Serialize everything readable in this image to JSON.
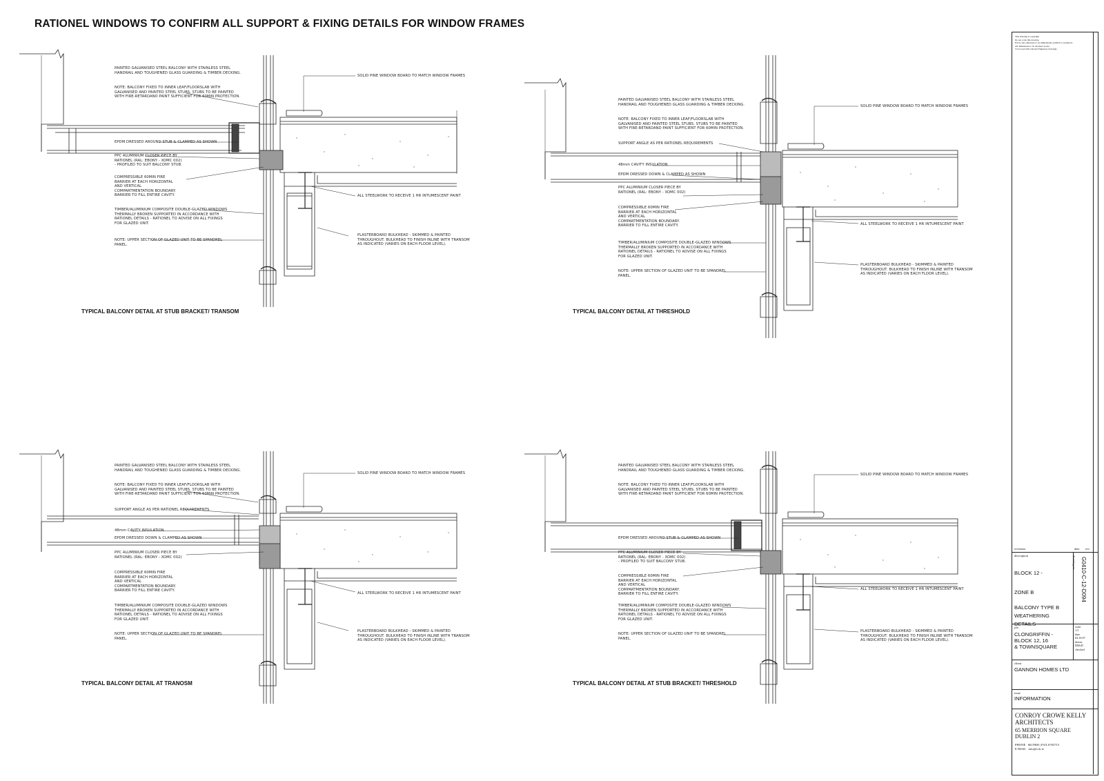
{
  "sheet": {
    "title": "RATIONEL WINDOWS TO CONFIRM ALL SUPPORT & FIXING DETAILS FOR WINDOW FRAMES"
  },
  "details": [
    {
      "caption": "TYPICAL BALCONY DETAIL AT STUB BRACKET/ TRANSOM",
      "notes_left": [
        "PAINTED GALVANISED STEEL BALCONY WITH STAINLESS STEEL\nHANDRAIL AND TOUGHENED GLASS GUARDING & TIMBER DECKING.",
        "NOTE: BALCONY FIXED TO INNER LEAF/FLOORSLAB WITH\nGALVANISED AND PAINTED STEEL STUBS. STUBS TO BE PAINTED\nWITH FIRE-RETARDAND PAINT SUFFICIENT FOR 60MIN PROTECTION.",
        "EPDM DRESSED AROUND STUB & CLAMPED AS SHOWN",
        "PPC ALUMINIUM CLOSER PIECE BY\nRATIONEL (RAL: EBONY - XOMC 002)\n- PROFILED TO SUIT BALCONY STUB.",
        "COMPRESSIBLE 60MIN FIRE\nBARRIER AT EACH HORIZONTAL\nAND VERTICAL\nCOMPARTMENTATION BOUNDARY.\nBARRIER TO FILL ENTIRE CAVITY.",
        "TIMBER/ALUMINIUM COMPOSITE DOUBLE-GLAZED WINDOWS\nTHERMALLY BROKEN SUPPORTED IN ACCORDANCE WITH\nRATIONEL DETAILS - RATIONEL TO ADVISE ON ALL FIXINGS\nFOR GLAZED UNIT.",
        "NOTE: UPPER SECTION OF GLAZED UNIT TO BE SPANDREL\nPANEL."
      ],
      "notes_right": [
        "SOLID PINE WINDOW BOARD TO MATCH WINDOW FRAMES",
        "ALL STEELWORK TO RECEIVE 1 HR INTUMESCENT PAINT",
        "PLASTERBOARD BULKHEAD - SKIMMED & PAINTED\nTHROUGHOUT. BULKHEAD TO FINISH INLINE WITH TRANSOM\nAS INDICATED (VARIES ON EACH FLOOR LEVEL)."
      ]
    },
    {
      "caption": "TYPICAL BALCONY DETAIL AT THRESHOLD",
      "notes_left": [
        "PAINTED GALVANISED STEEL BALCONY WITH STAINLESS STEEL\nHANDRAIL AND TOUGHENED GLASS GUARDING & TIMBER DECKING.",
        "NOTE: BALCONY FIXED TO INNER LEAF/FLOORSLAB WITH\nGALVANISED AND PAINTED STEEL STUBS. STUBS TO BE PAINTED\nWITH FIRE-RETARDAND PAINT SUFFICIENT FOR 60MIN PROTECTION.",
        "SUPPORT ANGLE AS PER RATIONEL REQUIREMENTS",
        "48mm CAVITY INSULATION",
        "EPDM DRESSED DOWN & CLAMPED AS SHOWN",
        "PPC ALUMINIUM CLOSER PIECE BY\nRATIONEL (RAL: EBONY - XOMC 002)",
        "COMPRESSIBLE 60MIN FIRE\nBARRIER AT EACH HORIZONTAL\nAND VERTICAL\nCOMPARTMENTATION BOUNDARY.\nBARRIER TO FILL ENTIRE CAVITY.",
        "TIMBER/ALUMINIUM COMPOSITE DOUBLE-GLAZED WINDOWS\nTHERMALLY BROKEN SUPPORTED IN ACCORDANCE WITH\nRATIONEL DETAILS - RATIONEL TO ADVISE ON ALL FIXINGS\nFOR GLAZED UNIT.",
        "NOTE: UPPER SECTION OF GLAZED UNIT TO BE SPANDREL\nPANEL."
      ],
      "notes_right": [
        "SOLID PINE WINDOW BOARD TO MATCH WINDOW FRAMES",
        "ALL STEELWORK TO RECEIVE 1 HR INTUMESCENT PAINT",
        "PLASTERBOARD BULKHEAD - SKIMMED & PAINTED\nTHROUGHOUT. BULKHEAD TO FINISH INLINE WITH TRANSOM\nAS INDICATED (VARIES ON EACH FLOOR LEVEL)."
      ]
    },
    {
      "caption": "TYPICAL BALCONY DETAIL AT TRANOSM",
      "notes_left": [
        "PAINTED GALVANISED STEEL BALCONY WITH STAINLESS STEEL\nHANDRAIL AND TOUGHENED GLASS GUARDING & TIMBER DECKING.",
        "NOTE: BALCONY FIXED TO INNER LEAF/FLOORSLAB WITH\nGALVANISED AND PAINTED STEEL STUBS. STUBS TO BE PAINTED\nWITH FIRE-RETARDAND PAINT SUFFICIENT FOR 60MIN PROTECTION.",
        "SUPPORT ANGLE AS PER RATIONEL REQUIREMENTS",
        "48mm CAVITY INSULATION",
        "EPDM DRESSED DOWN & CLAMPED AS SHOWN",
        "PPC ALUMINIUM CLOSER PIECE BY\nRATIONEL (RAL: EBONY - XOMC 002)",
        "COMPRESSIBLE 60MIN FIRE\nBARRIER AT EACH HORIZONTAL\nAND VERTICAL\nCOMPARTMENTATION BOUNDARY.\nBARRIER TO FILL ENTIRE CAVITY.",
        "TIMBER/ALUMINIUM COMPOSITE DOUBLE-GLAZED WINDOWS\nTHERMALLY BROKEN SUPPORTED IN ACCORDANCE WITH\nRATIONEL DETAILS - RATIONEL TO ADVISE ON ALL FIXINGS\nFOR GLAZED UNIT.",
        "NOTE: UPPER SECTION OF GLAZED UNIT TO BE SPANDREL\nPANEL."
      ],
      "notes_right": [
        "SOLID PINE WINDOW BOARD TO MATCH WINDOW FRAMES",
        "ALL STEELWORK TO RECEIVE 1 HR INTUMESCENT PAINT",
        "PLASTERBOARD BULKHEAD - SKIMMED & PAINTED\nTHROUGHOUT. BULKHEAD TO FINISH INLINE WITH TRANSOM\nAS INDICATED (VARIES ON EACH FLOOR LEVEL)."
      ]
    },
    {
      "caption": "TYPICAL BALCONY DETAIL AT STUB BRACKET/ THRESHOLD",
      "notes_left": [
        "PAINTED GALVANISED STEEL BALCONY WITH STAINLESS STEEL\nHANDRAIL AND TOUGHENED GLASS GUARDING & TIMBER DECKING.",
        "NOTE: BALCONY FIXED TO INNER LEAF/FLOORSLAB WITH\nGALVANISED AND PAINTED STEEL STUBS. STUBS TO BE PAINTED\nWITH FIRE-RETARDAND PAINT SUFFICIENT FOR 60MIN PROTECTION.",
        "EPDM DRESSED AROUND STUB & CLAMPED AS SHOWN",
        "PPC ALUMINIUM CLOSER PIECE BY\nRATIONEL (RAL: EBONY - XOMC 002)\n- PROFILED TO SUIT BALCONY STUB.",
        "COMPRESSIBLE 60MIN FIRE\nBARRIER AT EACH HORIZONTAL\nAND VERTICAL\nCOMPARTMENTATION BOUNDARY.\nBARRIER TO FILL ENTIRE CAVITY.",
        "TIMBER/ALUMINIUM COMPOSITE DOUBLE-GLAZED WINDOWS\nTHERMALLY BROKEN SUPPORTED IN ACCORDANCE WITH\nRATIONEL DETAILS - RATIONEL TO ADVISE ON ALL FIXINGS\nFOR GLAZED UNIT.",
        "NOTE: UPPER SECTION OF GLAZED UNIT TO BE SPANDREL\nPANEL."
      ],
      "notes_right": [
        "SOLID PINE WINDOW BOARD TO MATCH WINDOW FRAMES",
        "ALL STEELWORK TO RECEIVE 1 HR INTUMESCENT PAINT",
        "PLASTERBOARD BULKHEAD - SKIMMED & PAINTED\nTHROUGHOUT. BULKHEAD TO FINISH INLINE WITH TRANSOM\nAS INDICATED (VARIES ON EACH FLOOR LEVEL)."
      ]
    }
  ],
  "title_block": {
    "legal_notes": "This drawing is copyright\nDo not scale this drawing\nErrors and omissions to be immediately notified to Architects\nAll dimensions to be checked on site\nTo be read with relevant Engineers drawings",
    "revisions_label": "revisions",
    "rev_date_label": "date",
    "rev_rev_label": "rev.",
    "description_label": "description",
    "description_lines": [
      "BLOCK 12 -",
      "ZONE B",
      "BALCONY TYPE B",
      "WEATHERING",
      "DETAILS"
    ],
    "drawing_no_label": "drawing no.",
    "drawing_no": "G0410-C-12-D094",
    "job_label": "job",
    "job_lines": [
      "CLONGRIFFIN -",
      "BLOCK 12, 16",
      "& TOWNSQUARE"
    ],
    "scale_label": "scale",
    "scale_value": "1:5",
    "date_label": "date",
    "date_value": "04.10.07",
    "drawn_label": "drawn",
    "drawn_value": "DMcD",
    "checked_label": "checked",
    "client_label": "client",
    "client": "GANNON HOMES LTD",
    "issue_label": "issue",
    "issue": "INFORMATION",
    "firm": "CONROY CROWE KELLY\nARCHITECTS",
    "address": "65 MERRION SQUARE\nDUBLIN 2",
    "contact": "PHONE   6615900 | FAX 6765715\nE-MAIL   info@cck.ie"
  }
}
